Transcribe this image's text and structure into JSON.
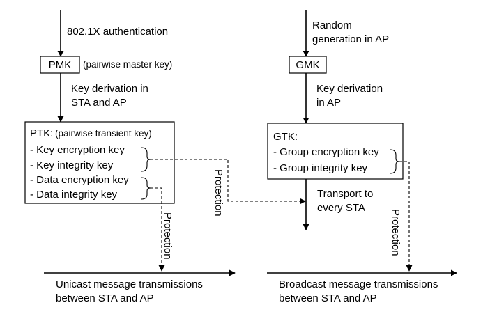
{
  "left": {
    "input_label": "802.1X authentication",
    "pmk_label": "PMK",
    "pmk_desc": "(pairwise master key)",
    "derivation": [
      "Key derivation in",
      "STA and AP"
    ],
    "ptk_title": "PTK:",
    "ptk_desc": "(pairwise transient key)",
    "ptk_items": [
      "- Key encryption key",
      "- Key integrity key",
      "- Data encryption key",
      "- Data integrity key"
    ],
    "protection_label": "Protection",
    "cross_protection_label": "Protection",
    "output": [
      "Unicast message transmissions",
      "between STA and AP"
    ]
  },
  "right": {
    "input_label": [
      "Random",
      "generation in AP"
    ],
    "gmk_label": "GMK",
    "derivation": [
      "Key derivation",
      "in AP"
    ],
    "gtk_title": "GTK:",
    "gtk_items": [
      "- Group encryption key",
      "- Group integrity key"
    ],
    "transport": [
      "Transport to",
      "every STA"
    ],
    "protection_label": "Protection",
    "output": [
      "Broadcast message transmissions",
      "between STA and AP"
    ]
  }
}
